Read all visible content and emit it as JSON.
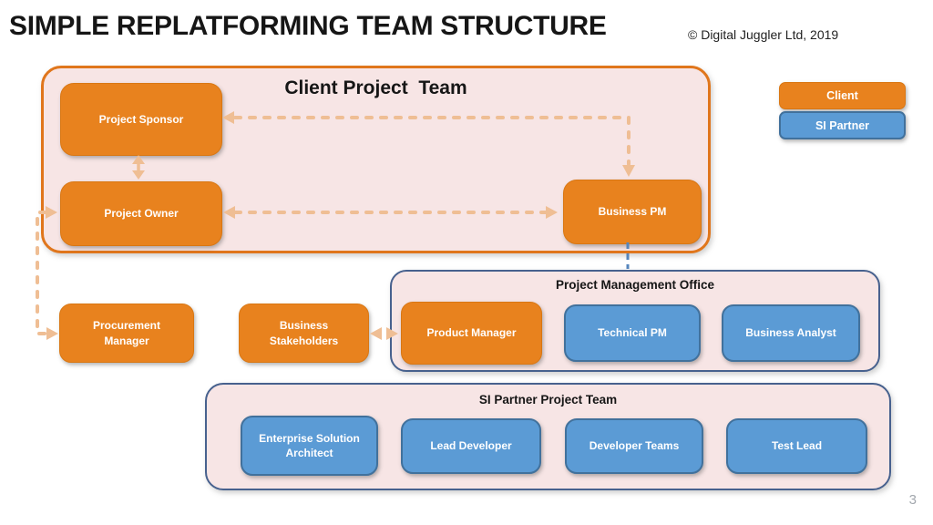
{
  "slide": {
    "title": "SIMPLE REPLATFORMING TEAM STRUCTURE",
    "copyright": "© Digital Juggler Ltd, 2019",
    "page_number": "3"
  },
  "legend": {
    "client_label": "Client",
    "si_partner_label": "SI Partner"
  },
  "client_project_team": {
    "title": "Client Project  Team",
    "project_sponsor": "Project Sponsor",
    "project_owner": "Project Owner",
    "business_pm": "Business PM"
  },
  "pmo": {
    "title": "Project Management Office",
    "product_manager": "Product Manager",
    "technical_pm": "Technical PM",
    "business_analyst": "Business Analyst"
  },
  "si_partner_team": {
    "title": "SI Partner Project Team",
    "enterprise_solution_architect": "Enterprise Solution Architect",
    "lead_developer": "Lead Developer",
    "developer_teams": "Developer Teams",
    "test_lead": "Test Lead"
  },
  "standalone": {
    "procurement_manager": "Procurement Manager",
    "business_stakeholders": "Business Stakeholders"
  },
  "colors": {
    "client_orange": "#E8821E",
    "si_partner_blue": "#5B9BD5",
    "si_partner_border": "#41719C",
    "container_fill": "#F7E5E5",
    "client_container_border": "#E0761C",
    "partner_container_border": "#47618E",
    "connector_peach": "#EFBE94",
    "connector_blue": "#5585BC"
  }
}
